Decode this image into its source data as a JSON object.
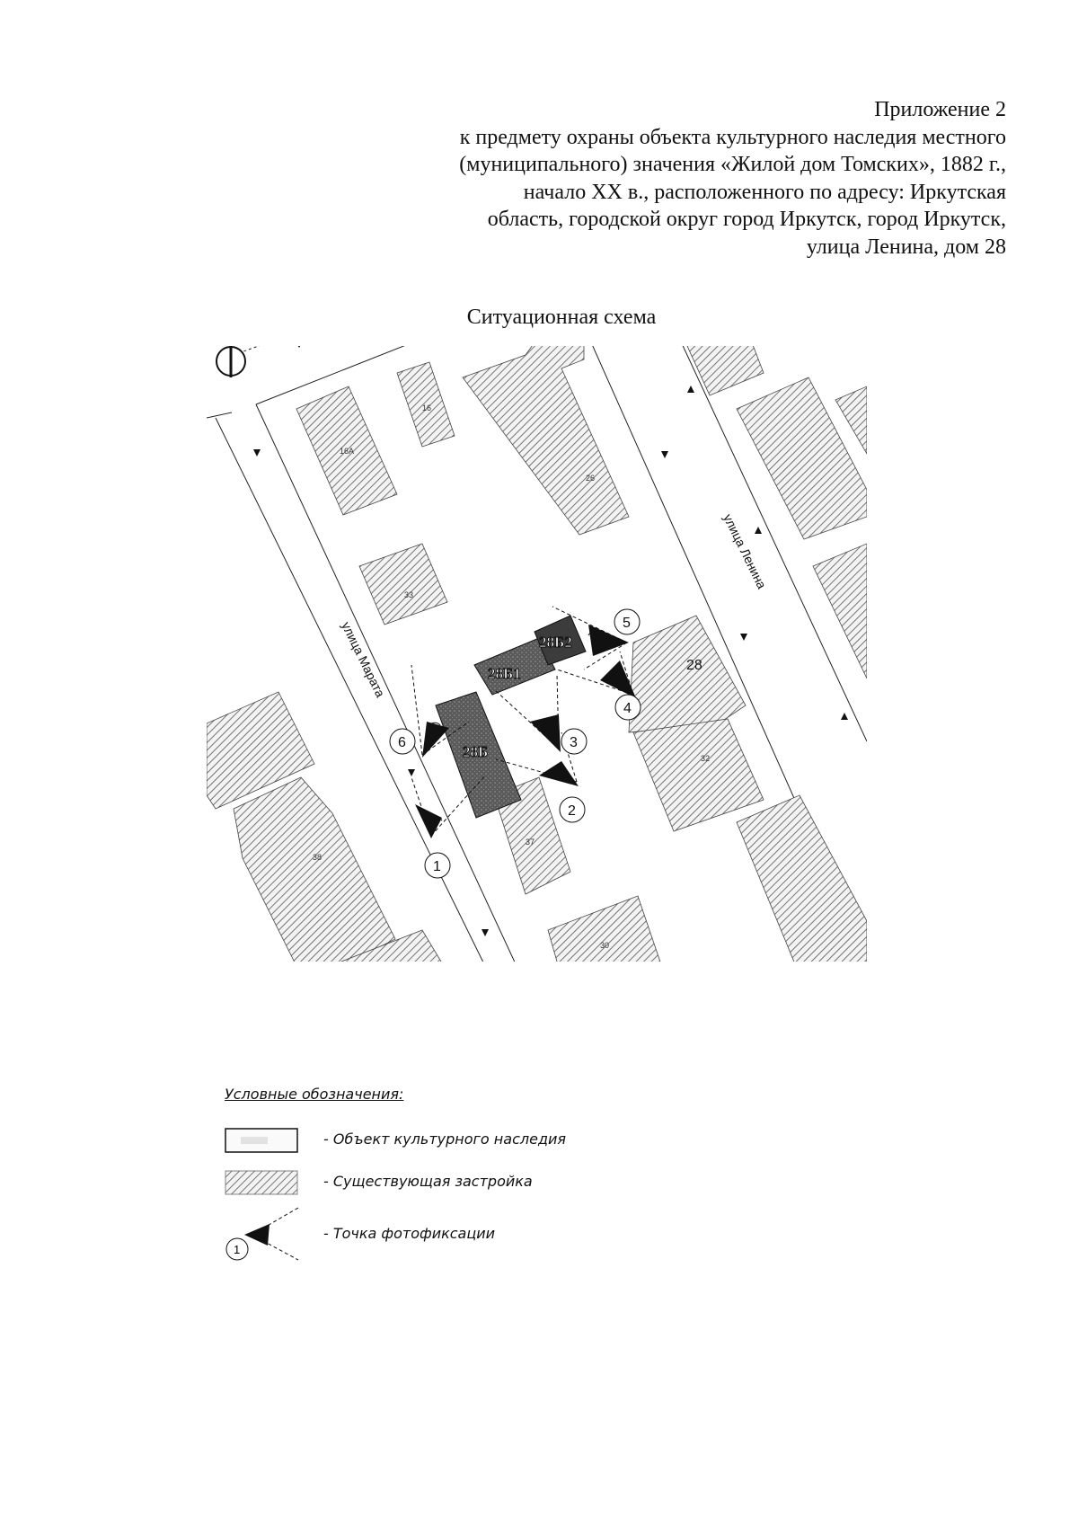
{
  "header": {
    "lines": [
      "Приложение 2",
      "к предмету охраны объекта культурного наследия местного",
      "(муниципального) значения «Жилой дом Томских», 1882 г.,",
      "начало XX в., расположенного по адресу: Иркутская",
      "область, городской округ город Иркутск, город Иркутск,",
      "улица Ленина, дом 28"
    ]
  },
  "scheme": {
    "title": "Ситуационная схема",
    "streets": {
      "marata": "улица Марата",
      "lenina": "улица Ленина"
    },
    "heritage_buildings": [
      "28Б",
      "28Б1",
      "28Б2"
    ],
    "building_numbers": [
      "16",
      "16А",
      "26",
      "33",
      "28",
      "37",
      "38",
      "30",
      "32"
    ],
    "photo_points": [
      "1",
      "2",
      "3",
      "4",
      "5",
      "6"
    ],
    "colors": {
      "heritage": "#4a4a4a",
      "hatch": "#555555"
    }
  },
  "legend": {
    "title": "Условные обозначения:",
    "items": [
      "- Объект культурного наследия",
      "- Существующая застройка",
      "- Точка фотофиксации"
    ],
    "sample_point": "1"
  }
}
